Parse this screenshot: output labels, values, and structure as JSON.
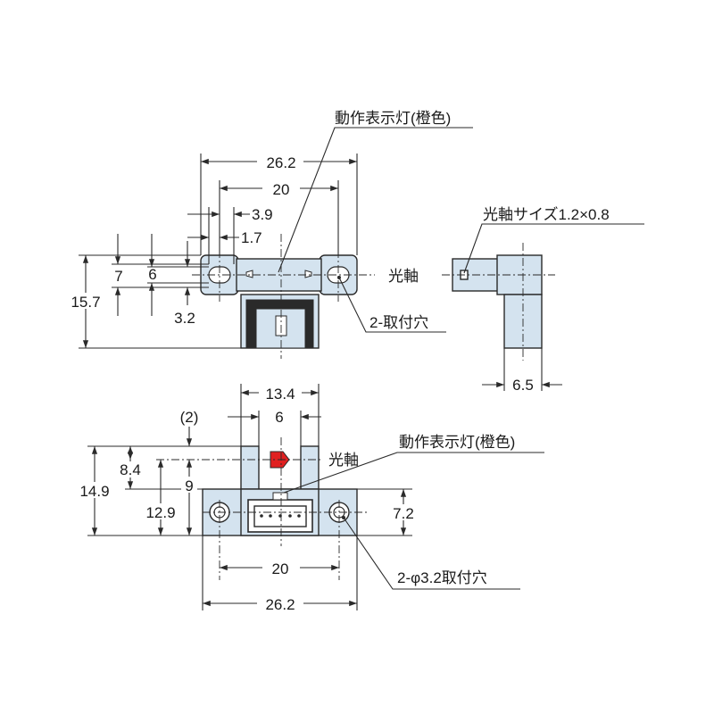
{
  "top_view": {
    "dim_total_width": "26.2",
    "dim_hole_pitch": "20",
    "dim_3_9": "3.9",
    "dim_1_7": "1.7",
    "dim_7": "7",
    "dim_6": "6",
    "dim_height": "15.7",
    "dim_3_2": "3.2",
    "indicator_label": "動作表示灯(橙色)",
    "optical_axis_label": "光軸",
    "mount_hole_label": "2-取付穴"
  },
  "side_view": {
    "axis_size_label": "光軸サイズ1.2×0.8",
    "dim_6_5": "6.5"
  },
  "front_view": {
    "dim_13_4": "13.4",
    "dim_paren_2": "(2)",
    "dim_6": "6",
    "dim_8_4": "8.4",
    "dim_9": "9",
    "dim_14_9": "14.9",
    "dim_12_9": "12.9",
    "dim_7_2": "7.2",
    "dim_20": "20",
    "dim_26_2": "26.2",
    "indicator_label": "動作表示灯(橙色)",
    "optical_axis_label": "光軸",
    "mount_hole_label": "2-φ3.2取付穴"
  },
  "colors": {
    "body_fill": "#d4e3ef",
    "indicator_red": "#e02020",
    "line": "#2a2a2a"
  }
}
